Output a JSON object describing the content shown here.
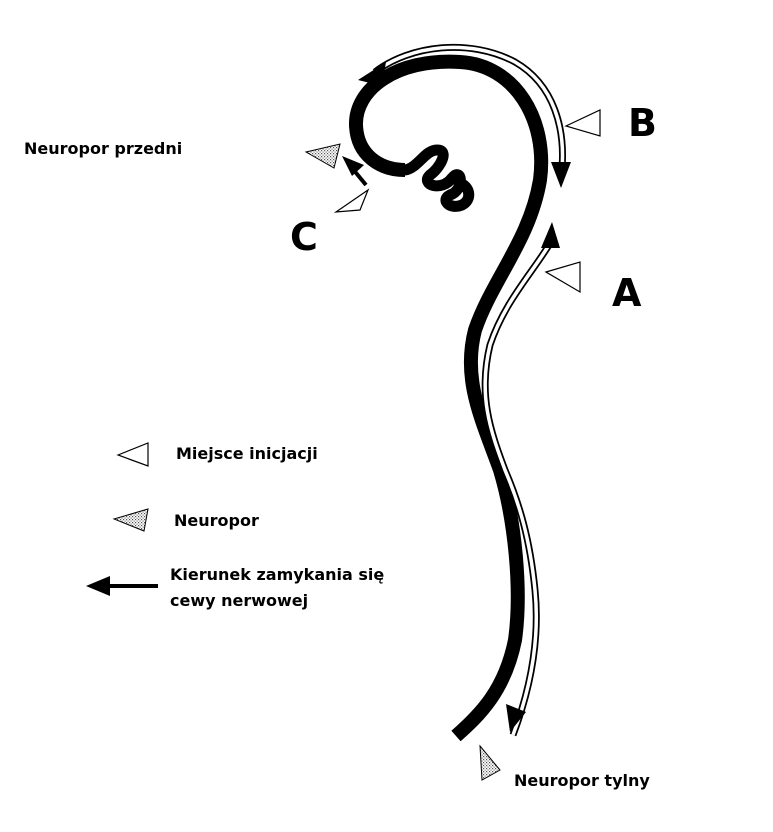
{
  "labels": {
    "anterior_neuropore": "Neuropor przedni",
    "posterior_neuropore": "Neuropor tylny",
    "site_a": "A",
    "site_b": "B",
    "site_c": "C"
  },
  "legend": {
    "initiation": "Miejsce inicjacji",
    "neuropore": "Neuropor",
    "direction_line1": "Kierunek zamykania się",
    "direction_line2": "cewy nerwowej"
  },
  "colors": {
    "ink": "#000000",
    "background": "#ffffff",
    "stipple": "#9a9a9a"
  }
}
